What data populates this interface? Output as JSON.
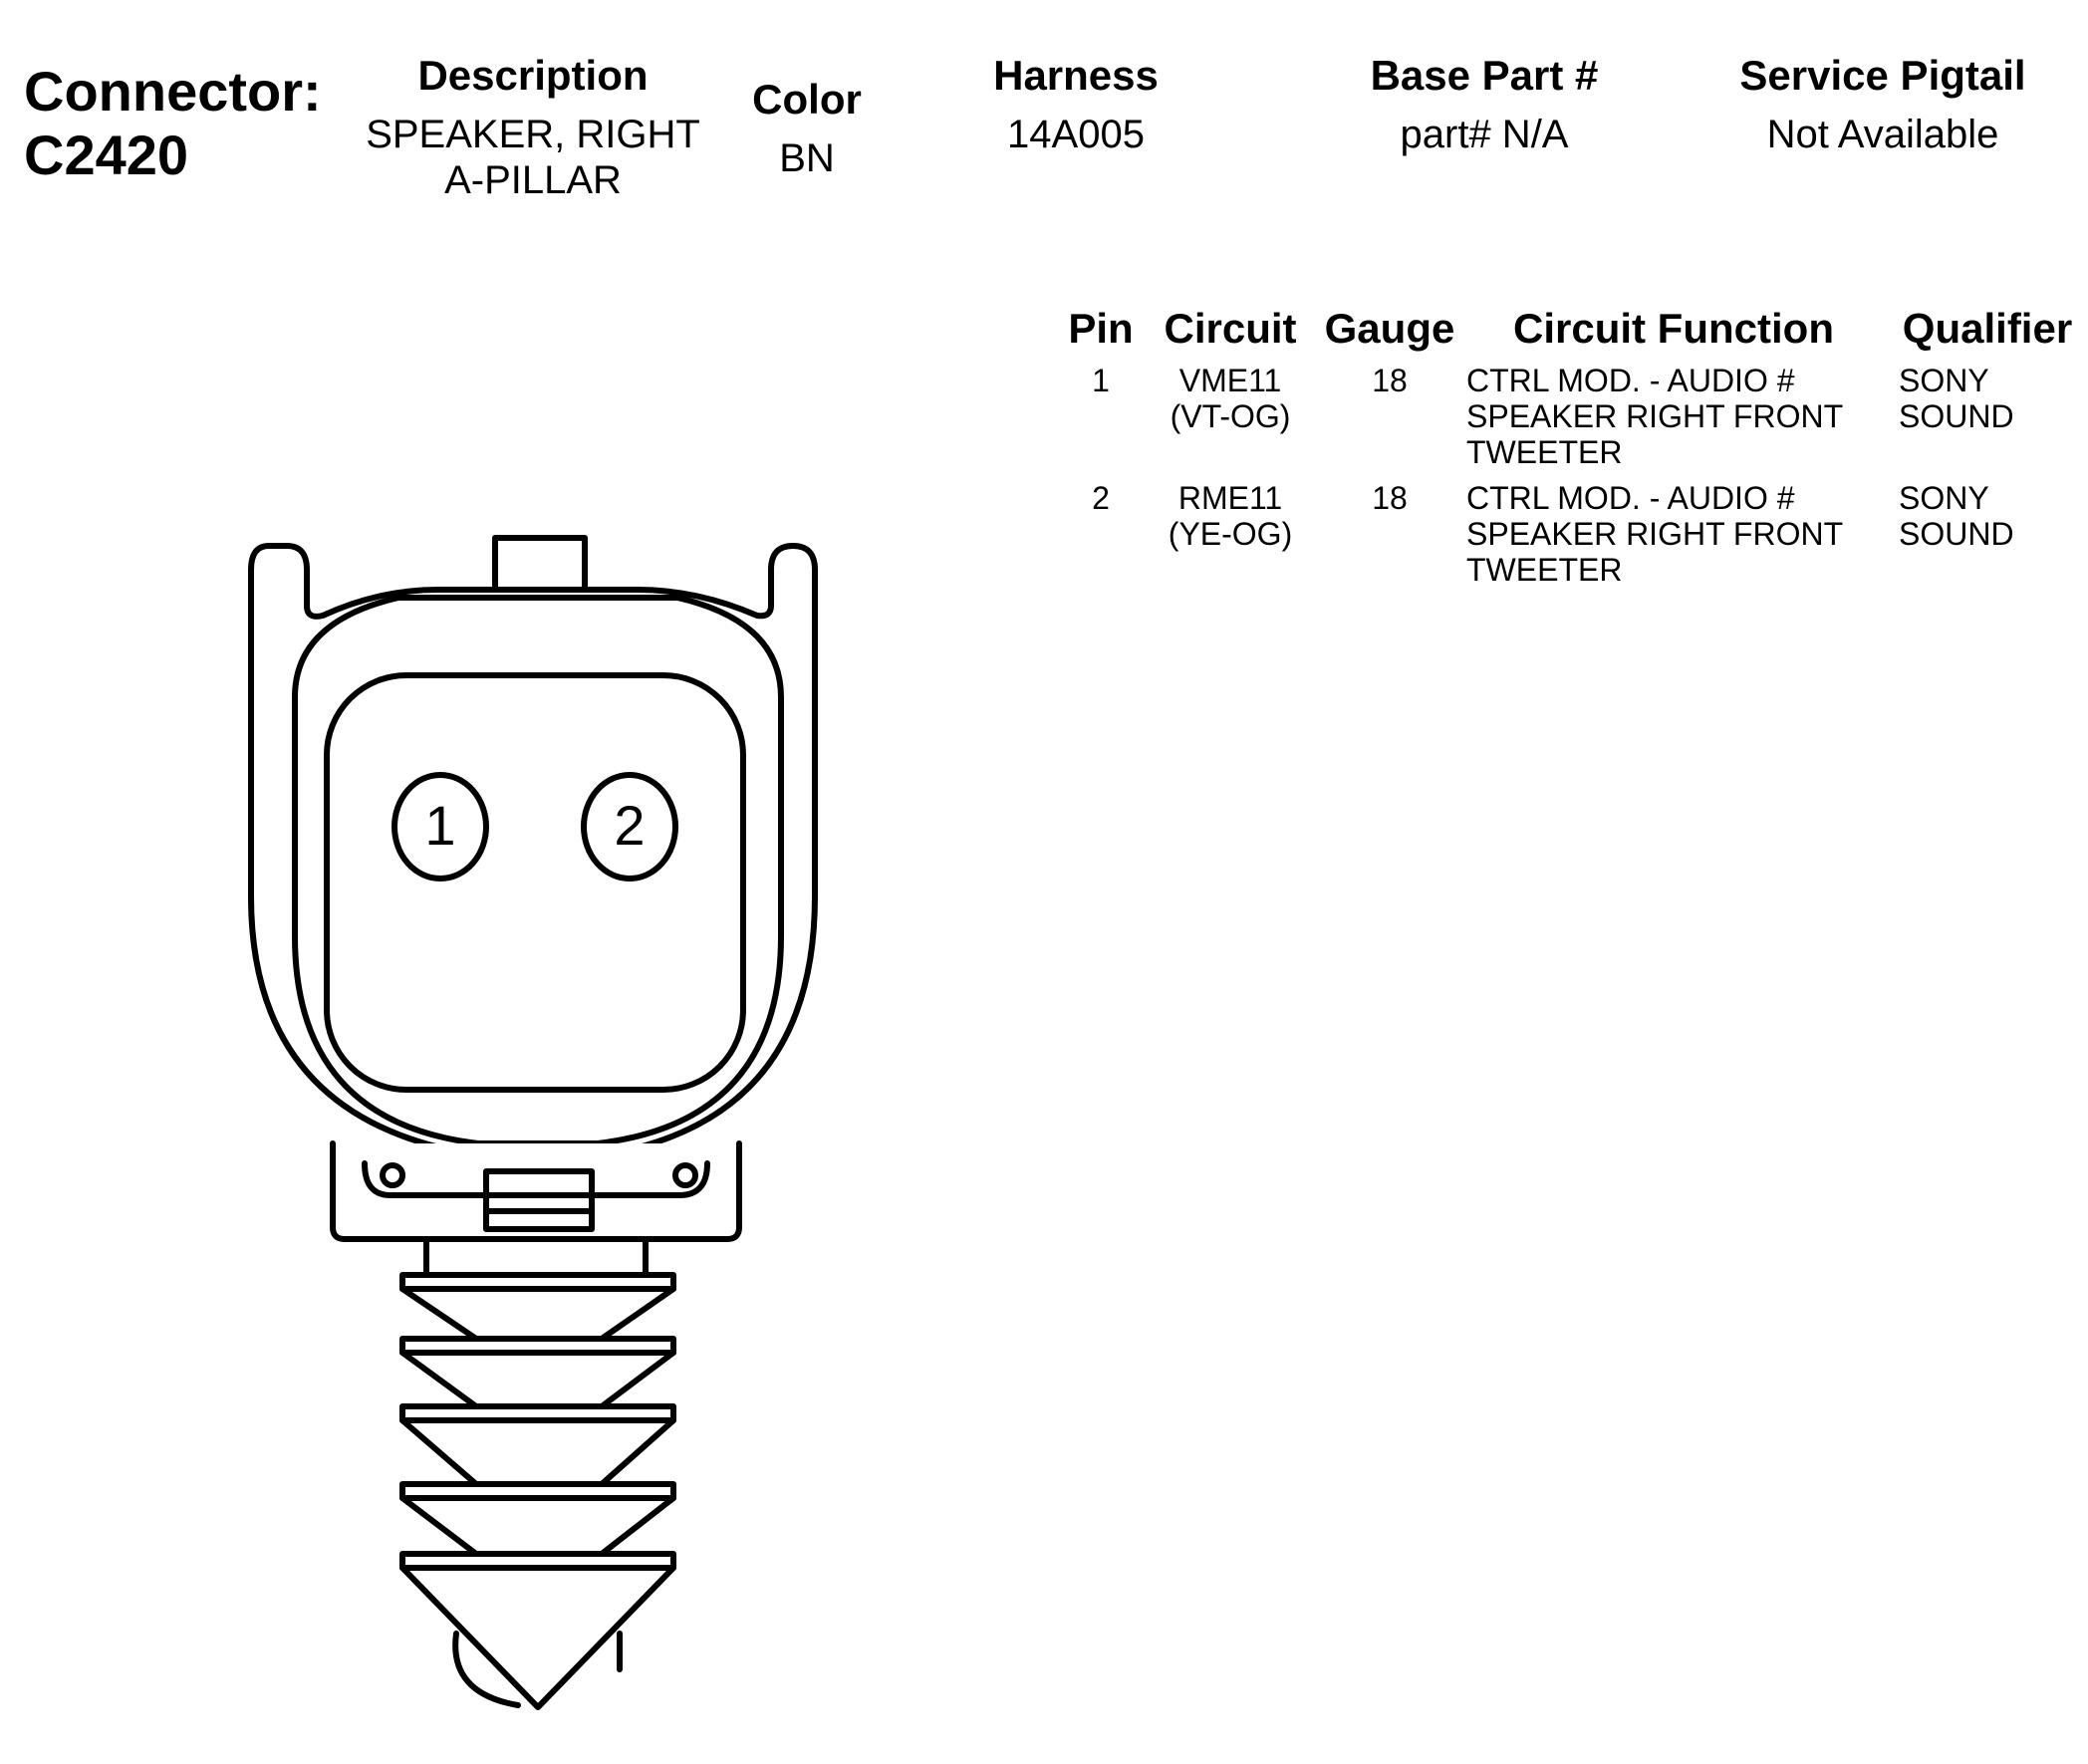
{
  "connector": {
    "label": "Connector:",
    "id": "C2420"
  },
  "description": {
    "header": "Description",
    "line1": "SPEAKER, RIGHT",
    "line2": "A-PILLAR"
  },
  "color": {
    "header": "Color",
    "value": "BN"
  },
  "harness": {
    "header": "Harness",
    "value": "14A005"
  },
  "base_part": {
    "header": "Base Part #",
    "value": "part# N/A"
  },
  "service_pigtail": {
    "header": "Service Pigtail",
    "value": "Not Available"
  },
  "pin_table": {
    "headers": {
      "pin": "Pin",
      "circuit": "Circuit",
      "gauge": "Gauge",
      "function": "Circuit Function",
      "qualifier": "Qualifier"
    },
    "rows": [
      {
        "pin": "1",
        "circuit": "VME11",
        "circuit_color": "(VT-OG)",
        "gauge": "18",
        "function_line1": "CTRL MOD. - AUDIO #",
        "function_line2": "SPEAKER RIGHT FRONT",
        "function_line3": "TWEETER",
        "qualifier_line1": "SONY",
        "qualifier_line2": "SOUND"
      },
      {
        "pin": "2",
        "circuit": "RME11",
        "circuit_color": "(YE-OG)",
        "gauge": "18",
        "function_line1": "CTRL MOD. - AUDIO #",
        "function_line2": "SPEAKER RIGHT FRONT",
        "function_line3": "TWEETER",
        "qualifier_line1": "SONY",
        "qualifier_line2": "SOUND"
      }
    ]
  },
  "drawing": {
    "pin_labels": [
      "1",
      "2"
    ],
    "stroke_color": "#000000",
    "fill_color": "#ffffff"
  }
}
